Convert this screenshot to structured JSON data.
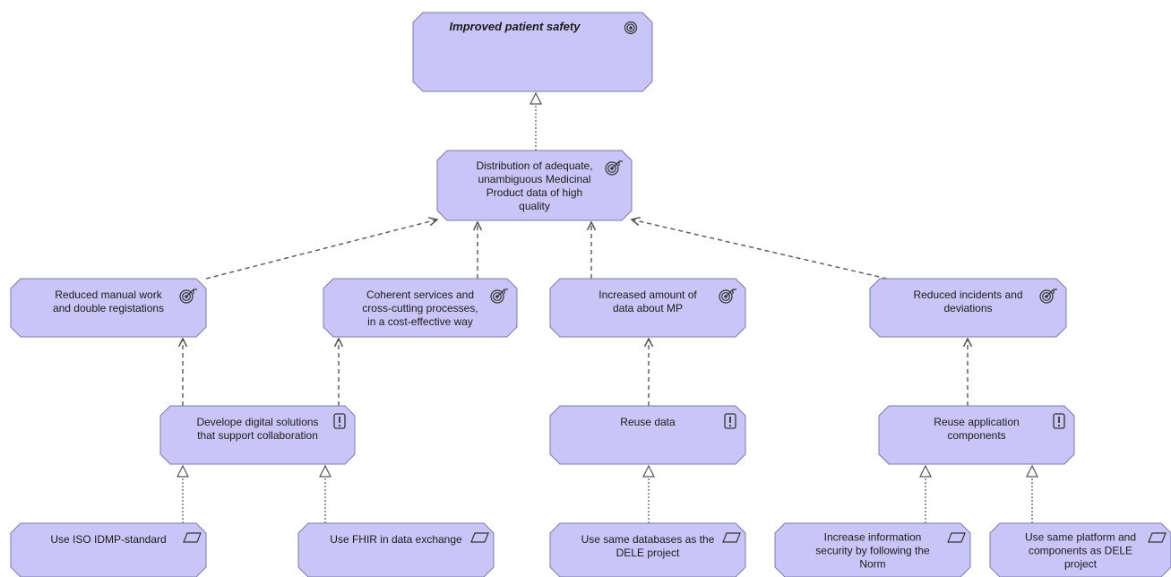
{
  "diagram": {
    "colors": {
      "node_fill": "#c9c6f7",
      "node_stroke": "#7a7aa8",
      "edge": "#555555"
    },
    "nodes": {
      "n_safety": {
        "lines": [
          "Improved patient safety"
        ],
        "icon": "goal-icon"
      },
      "n_dist": {
        "lines": [
          "Distribution of adequate,",
          "unambiguous Medicinal",
          "Product data of high",
          "quality"
        ],
        "icon": "outcome-icon"
      },
      "n_manual": {
        "lines": [
          "Reduced manual work",
          "and double registations"
        ],
        "icon": "outcome-icon"
      },
      "n_coherent": {
        "lines": [
          "Coherent services and",
          "cross-cutting processes,",
          "in a cost-effective way"
        ],
        "icon": "outcome-icon"
      },
      "n_data": {
        "lines": [
          "Increased amount of",
          "data about MP"
        ],
        "icon": "outcome-icon"
      },
      "n_incid": {
        "lines": [
          "Reduced incidents and",
          "deviations"
        ],
        "icon": "outcome-icon"
      },
      "n_digital": {
        "lines": [
          "Develope digital solutions",
          "that support collaboration"
        ],
        "icon": "principle-icon"
      },
      "n_reuse": {
        "lines": [
          "Reuse data"
        ],
        "icon": "principle-icon"
      },
      "n_reuseapp": {
        "lines": [
          "Reuse application",
          "components"
        ],
        "icon": "principle-icon"
      },
      "n_iso": {
        "lines": [
          "Use ISO IDMP-standard"
        ],
        "icon": "requirement-icon"
      },
      "n_fhir": {
        "lines": [
          "Use FHIR in data exchange"
        ],
        "icon": "requirement-icon"
      },
      "n_samedb": {
        "lines": [
          "Use same databases as the",
          "DELE project"
        ],
        "icon": "requirement-icon"
      },
      "n_security": {
        "lines": [
          "Increase information",
          "security by following the",
          "Norm"
        ],
        "icon": "requirement-icon"
      },
      "n_platform": {
        "lines": [
          "Use same platform and",
          "components as DELE",
          "project"
        ],
        "icon": "requirement-icon"
      }
    },
    "edges": [
      {
        "from": "n_dist",
        "to": "n_safety",
        "type": "realization"
      },
      {
        "from": "n_manual",
        "to": "n_dist",
        "type": "influence"
      },
      {
        "from": "n_coherent",
        "to": "n_dist",
        "type": "influence"
      },
      {
        "from": "n_data",
        "to": "n_dist",
        "type": "influence"
      },
      {
        "from": "n_incid",
        "to": "n_dist",
        "type": "influence"
      },
      {
        "from": "n_digital",
        "to": "n_manual",
        "type": "influence"
      },
      {
        "from": "n_digital",
        "to": "n_coherent",
        "type": "influence"
      },
      {
        "from": "n_reuse",
        "to": "n_data",
        "type": "influence"
      },
      {
        "from": "n_reuseapp",
        "to": "n_incid",
        "type": "influence"
      },
      {
        "from": "n_iso",
        "to": "n_digital",
        "type": "realization"
      },
      {
        "from": "n_fhir",
        "to": "n_digital",
        "type": "realization"
      },
      {
        "from": "n_samedb",
        "to": "n_reuse",
        "type": "realization"
      },
      {
        "from": "n_security",
        "to": "n_reuseapp",
        "type": "realization"
      },
      {
        "from": "n_platform",
        "to": "n_reuseapp",
        "type": "realization"
      }
    ]
  }
}
